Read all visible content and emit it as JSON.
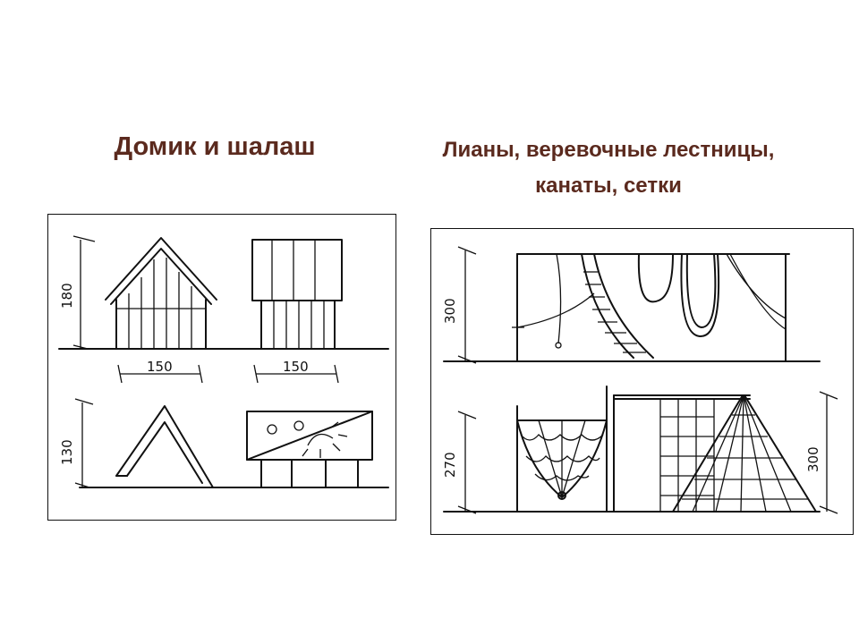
{
  "titles": {
    "left": "Домик и шалаш",
    "right_line1": "Лианы, веревочные лестницы,",
    "right_line2": "канаты, сетки"
  },
  "left_panel": {
    "dim_height_top": "180",
    "dim_height_bottom": "130",
    "dim_width_a": "150",
    "dim_width_b": "150"
  },
  "right_panel": {
    "dim_height_top": "300",
    "dim_height_bottom_left": "270",
    "dim_height_bottom_right": "300"
  },
  "colors": {
    "title": "#5b2a1e",
    "ink": "#111111"
  }
}
